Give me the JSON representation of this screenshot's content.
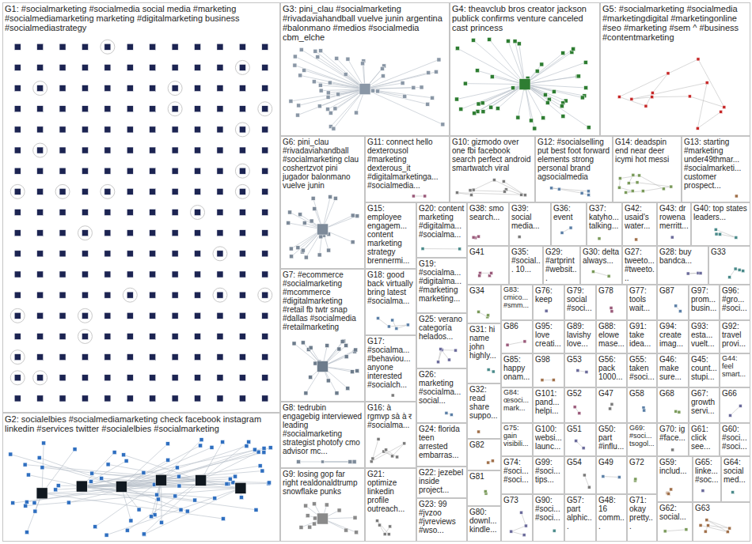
{
  "diagram": {
    "nodes": [
      {
        "text": [
          "G1: #socialmarketing #socialmedia social media #marketing #socialmediamarketing marketing #digitalmarketing business #socialmediastrategy"
        ]
      },
      {
        "text": [
          "G3: pini_clau #socialmarketing #rivadaviahandball vuelve junin argentina #balonmano #medios #socialmedia cbm_elche"
        ]
      },
      {
        "text": [
          "G4: theavclub bros creator jackson publick confirms venture canceled cast princess"
        ]
      },
      {
        "text": [
          "G5: #socialmarketing #socialmedia #marketingdigital #marketingonline #seo #marketing #sem ^ #business #contentmarketing"
        ]
      },
      {
        "text": [
          "G6: pini_clau #rivadaviahandball #socialmarketing clau coshertzvot pini jugador balonmano vuelve junin"
        ]
      },
      {
        "text": [
          "G11: connect hello dexterousol #marketing dexterous_it #digitalmarketinga... #socialmedia..."
        ]
      },
      {
        "text": [
          "G10: gizmodo over one fbi facebook search perfect android smartwatch viral"
        ]
      },
      {
        "text": [
          "G12: #socialselling put best foot forward elements strong personal brand agsocialmedia"
        ]
      },
      {
        "text": [
          "G14: deadspin end near deer icymi hot messi"
        ]
      },
      {
        "text": [
          "G13: starting #marketing under49thmar... #socialmarketi... customer prospect..."
        ]
      },
      {
        "text": [
          "G15: employee engagem... content marketing strategy brennermi..."
        ]
      },
      {
        "text": [
          "G20: content marketing #digitalma... #socialma..."
        ]
      },
      {
        "text": [
          "G38: smo search..."
        ]
      },
      {
        "text": [
          "G39: social media..."
        ]
      },
      {
        "text": [
          "G36: event"
        ]
      },
      {
        "text": [
          "G37: katyho... talking..."
        ]
      },
      {
        "text": [
          "G42: usaid's water..."
        ]
      },
      {
        "text": [
          "G43: dr rowena merritt..."
        ]
      },
      {
        "text": [
          "G40: top states leaders..."
        ]
      },
      {
        "text": [
          "G41"
        ]
      },
      {
        "text": [
          "G35: #social... 10..."
        ]
      },
      {
        "text": [
          "G29: #artprint #websit..."
        ]
      },
      {
        "text": [
          "G30: delta always..."
        ]
      },
      {
        "text": [
          "G27: tweeto... #tweeto..."
        ]
      },
      {
        "text": [
          "G28: buy bandca..."
        ]
      },
      {
        "text": [
          "G33"
        ]
      },
      {
        "text": [
          "G19: #socialma... #digitalma... #marketing marketing..."
        ]
      },
      {
        "text": [
          "G7: #ecommerce #socialmarketing #mcommerce #digitalmarketing #retail fb twtr snap #dallas #socialmedia #retailmarketing"
        ]
      },
      {
        "text": [
          "G18: good back virtually bring latest #socialma..."
        ]
      },
      {
        "text": [
          "G34"
        ]
      },
      {
        "text": [
          "G83: cmico... #smm..."
        ]
      },
      {
        "text": [
          "G76: keep"
        ]
      },
      {
        "text": [
          "G79: social #soci..."
        ]
      },
      {
        "text": [
          "G78"
        ]
      },
      {
        "text": [
          "G77: tools wait..."
        ]
      },
      {
        "text": [
          "G87"
        ]
      },
      {
        "text": [
          "G97: prom... busin..."
        ]
      },
      {
        "text": [
          "G96: #gro... #soci..."
        ]
      },
      {
        "text": [
          "G25: verano categoría helados..."
        ]
      },
      {
        "text": [
          "G31: hi name john highly..."
        ]
      },
      {
        "text": [
          "G86"
        ]
      },
      {
        "text": [
          "G95: love creati..."
        ]
      },
      {
        "text": [
          "G89: lavishy love..."
        ]
      },
      {
        "text": [
          "G88: elowe mase..."
        ]
      },
      {
        "text": [
          "G91: take idea..."
        ]
      },
      {
        "text": [
          "G94: create imag..."
        ]
      },
      {
        "text": [
          "G93: esta... vuelt..."
        ]
      },
      {
        "text": [
          "G92: travel provi..."
        ]
      },
      {
        "text": [
          "G17: #socialma... #behaviou... anyone interested #socialch..."
        ]
      },
      {
        "text": [
          "G26: marketing #socialma... social..."
        ]
      },
      {
        "text": [
          "G85: happy onam..."
        ]
      },
      {
        "text": [
          "G98"
        ]
      },
      {
        "text": [
          "G53"
        ]
      },
      {
        "text": [
          "G56: pack 1000..."
        ]
      },
      {
        "text": [
          "G55: taken #soci..."
        ]
      },
      {
        "text": [
          "G46: make sure..."
        ]
      },
      {
        "text": [
          "G45: count... stupi..."
        ]
      },
      {
        "text": [
          "G44: feel smart..."
        ]
      },
      {
        "text": [
          "G32: read share suppo..."
        ]
      },
      {
        "text": [
          "G84: œsoci... mark..."
        ]
      },
      {
        "text": [
          "G101: pand... helpi..."
        ]
      },
      {
        "text": [
          "G52"
        ]
      },
      {
        "text": [
          "G47"
        ]
      },
      {
        "text": [
          "G58"
        ]
      },
      {
        "text": [
          "G68"
        ]
      },
      {
        "text": [
          "G67: growth servi..."
        ]
      },
      {
        "text": [
          "G66"
        ]
      },
      {
        "text": [
          "G2: socialelbies #socialmediamarketing check facebook instagram linkedin #services twitter #socialelbies #socialmarketing"
        ]
      },
      {
        "text": [
          "G8: tedrubin engagebig interviewed leading #socialmarketing strategist photofy cmo advisor mc..."
        ]
      },
      {
        "text": [
          "G16: à rgmvp sà à र #socialma..."
        ]
      },
      {
        "text": [
          "G24: florida teen arrested embarras..."
        ]
      },
      {
        "text": [
          "G75: gain visibili..."
        ]
      },
      {
        "text": [
          "G100: websi... launc..."
        ]
      },
      {
        "text": [
          "G51"
        ]
      },
      {
        "text": [
          "G50: part #influ..."
        ]
      },
      {
        "text": [
          "G69: #soci... tsogol..."
        ]
      },
      {
        "text": [
          "G70: ig #face..."
        ]
      },
      {
        "text": [
          "G61: click see..."
        ]
      },
      {
        "text": [
          "G60: #soci... #soci..."
        ]
      },
      {
        "text": [
          "G82"
        ]
      },
      {
        "text": [
          "G22: jezebel inside project..."
        ]
      },
      {
        "text": [
          "G74: #soci... #soci..."
        ]
      },
      {
        "text": [
          "G99: #soci... tips..."
        ]
      },
      {
        "text": [
          "G54"
        ]
      },
      {
        "text": [
          "G49"
        ]
      },
      {
        "text": [
          "G72"
        ]
      },
      {
        "text": [
          "G59: includ..."
        ]
      },
      {
        "text": [
          "G65: linke... #soc..."
        ]
      },
      {
        "text": [
          "G64: social med..."
        ]
      },
      {
        "text": [
          "G9: losing gop far right realdonaldtrump snowflake punks"
        ]
      },
      {
        "text": [
          "G21: optimize linkedin profile outreach..."
        ]
      },
      {
        "text": [
          "G23: 99 #jvzoo #jvreviews #wso..."
        ]
      },
      {
        "text": [
          "G81"
        ]
      },
      {
        "text": [
          "G80: downl... kindle..."
        ]
      },
      {
        "text": [
          "G73"
        ]
      },
      {
        "text": [
          "G90: #soci... #soci..."
        ]
      },
      {
        "text": [
          "G57: part alphic..."
        ]
      },
      {
        "text": [
          "G48: 16 comm..."
        ]
      },
      {
        "text": [
          "G71: okay pretty..."
        ]
      },
      {
        "text": [
          "G62: social..."
        ]
      },
      {
        "text": [
          "G63"
        ]
      }
    ]
  }
}
